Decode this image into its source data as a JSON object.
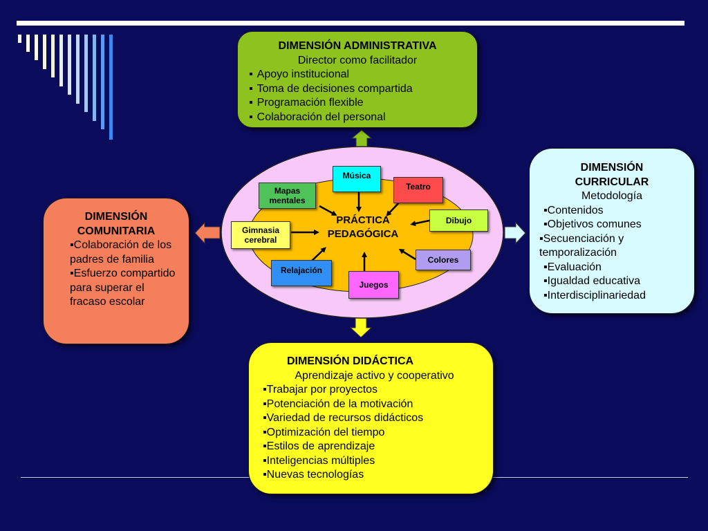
{
  "administrativa": {
    "title": "DIMENSIÓN ADMINISTRATIVA",
    "subtitle": "Director como facilitador",
    "items": [
      "Apoyo institucional",
      "Toma de decisiones compartida",
      "Programación flexible",
      "Colaboración del personal"
    ]
  },
  "curricular": {
    "title_line1": "DIMENSIÓN",
    "title_line2": "CURRICULAR",
    "subtitle": "Metodología",
    "items": [
      "Contenidos",
      "Objetivos comunes",
      "Secuenciación y temporalización",
      "Evaluación",
      "Igualdad educativa",
      "Interdisciplinariedad"
    ]
  },
  "comunitaria": {
    "title_line1": "DIMENSIÓN",
    "title_line2": "COMUNITARIA",
    "items": [
      "Colaboración de los padres de familia",
      "Esfuerzo compartido para superar el fracaso escolar"
    ]
  },
  "didactica": {
    "title": "DIMENSIÓN DIDÁCTICA",
    "subtitle": "Aprendizaje activo y cooperativo",
    "items": [
      "Trabajar por proyectos",
      "Potenciación de la motivación",
      "Variedad de recursos didácticos",
      "Optimización del tiempo",
      "Estilos de aprendizaje",
      "Inteligencias múltiples",
      "Nuevas tecnologías"
    ]
  },
  "center": {
    "line1": "PRÁCTICA",
    "line2": "PEDAGÓGICA"
  },
  "nodes": {
    "musica": "Música",
    "teatro": "Teatro",
    "mapas_line1": "Mapas",
    "mapas_line2": "mentales",
    "dibujo": "Dibujo",
    "gimnasia_line1": "Gimnasia",
    "gimnasia_line2": "cerebral",
    "colores": "Colores",
    "relajacion": "Relajación",
    "juegos": "Juegos"
  },
  "colors": {
    "background": "#0b0b5c",
    "administrativa": "#8dc21f",
    "curricular": "#d7fbff",
    "comunitaria": "#f47f5a",
    "didactica": "#ffff22",
    "outer_ellipse": "#f8c9f8",
    "inner_ellipse": "#ffc000",
    "musica": "#00ffff",
    "teatro": "#ff4b4b",
    "mapas": "#4fc25a",
    "dibujo": "#c8ff40",
    "gimnasia": "#ffff66",
    "colores": "#b09cf0",
    "relajacion": "#2f8ff4",
    "juegos": "#ff66ff"
  }
}
